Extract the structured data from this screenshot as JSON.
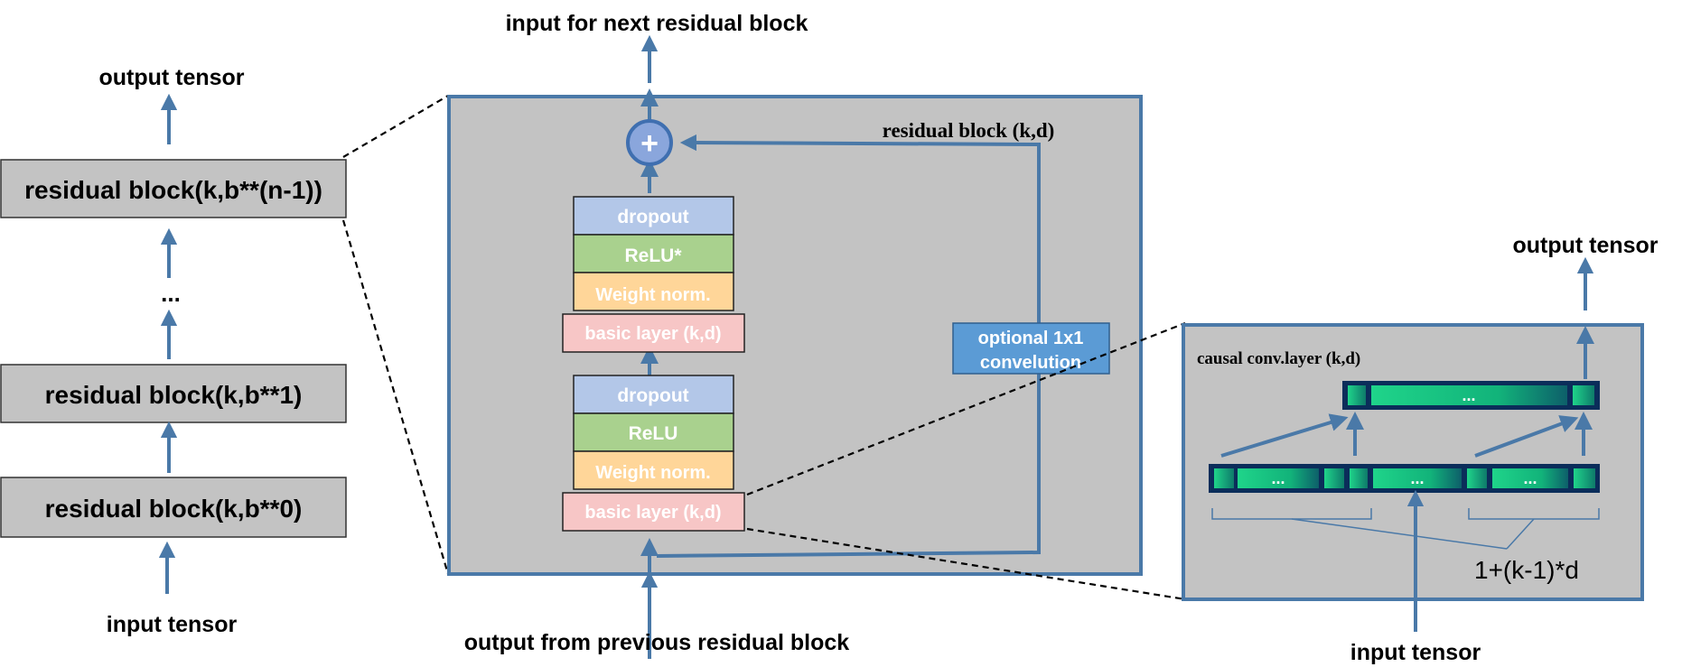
{
  "left_stack": {
    "output_label": "output tensor",
    "input_label": "input tensor",
    "ellipsis": "...",
    "blocks": [
      "residual block(k,b**(n-1))",
      "residual block(k,b**1)",
      "residual block(k,b**0)"
    ]
  },
  "residual_block": {
    "top_label": "input for next residual block",
    "bottom_label": "output from previous residual block",
    "title": "residual block (k,d)",
    "plus_symbol": "+",
    "optional_conv": [
      "optional 1x1",
      "convelution"
    ],
    "upper_layers": [
      "dropout",
      "ReLU*",
      "Weight norm.",
      "basic layer (k,d)"
    ],
    "lower_layers": [
      "dropout",
      "ReLU",
      "Weight norm.",
      "basic layer (k,d)"
    ]
  },
  "causal_conv": {
    "title": "causal conv.layer  (k,d)",
    "output_label": "output tensor",
    "input_label": "input tensor",
    "formula": "1+(k-1)*d",
    "cell_ellipsis": "..."
  },
  "colors": {
    "block_gray": "#c3c3c3",
    "frame_blue": "#4a79a8",
    "arrow_blue": "#4a79a8",
    "dropout": "#b3c7e8",
    "relu": "#a9d18e",
    "weight_norm": "#ffd699",
    "basic_layer": "#f7c6c6",
    "optional_conv": "#5b9bd5",
    "cell_green": "#1fc97a",
    "cell_navy": "#0b2d5a"
  }
}
